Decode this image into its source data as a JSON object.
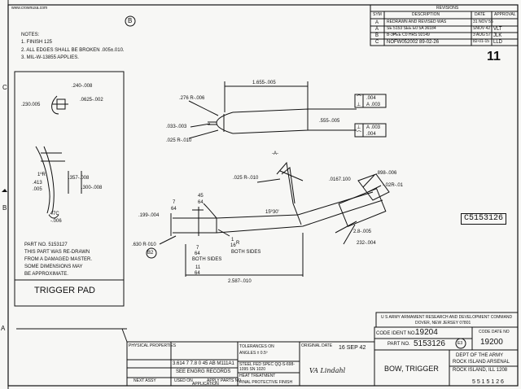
{
  "header": {
    "site_stamp": "www.crownusa.com",
    "sheet_letter": "B",
    "page_number": "11"
  },
  "revisions": {
    "title": "REVISIONS",
    "columns": [
      "SYM",
      "DESCRIPTION",
      "DATE",
      "APPROVAL"
    ],
    "rows": [
      {
        "sym": "A",
        "desc": "REDRAWN AND REVISED WAS",
        "date": "31 NOV 55",
        "appr": ""
      },
      {
        "sym": "A",
        "desc": "SE 5153 SEE E0 5A 36184",
        "date": "SNOV 42",
        "appr": "VLT"
      },
      {
        "sym": "B",
        "desc": "B-3₱EE C0 HRS 92149",
        "date": "3 AUG 57",
        "appr": "JLK"
      },
      {
        "sym": "C",
        "desc": "NOFW052002  89-02-26",
        "date": "82-01-15",
        "appr": "LLD"
      }
    ]
  },
  "notes": {
    "heading": "NOTES:",
    "items": [
      "1. FINISH 125",
      "2. ALL EDGES SHALL BE BROKEN .005±.010.",
      "3. MIL-W-13855 APPLIES."
    ]
  },
  "border_letters": [
    "C",
    "B",
    "A"
  ],
  "detail": {
    "dims": [
      ".240-.008",
      ".0625-.002",
      ".230.005",
      "1ºR",
      ".357-.008",
      ".413",
      ".005",
      ".300-.008",
      ".47C",
      "-.006"
    ],
    "part_no_line": "PART NO. 5153127",
    "note_lines": [
      "THIS PART WAS RE-DRAWN",
      "FROM A DAMAGED MASTER.",
      "SOME DIMENSIONS MAY",
      "BE APPROXIMATE."
    ],
    "title": "TRIGGER PAD"
  },
  "drawing": {
    "dims": {
      "d1": "1.655-.005",
      "d2": ".276 R-.006",
      "d3": ".033-.003",
      "d4": ".025 R-.010",
      "d5": ".555-.005",
      "d6": "-A-",
      "d7": ".025 R-.010",
      "d8": ".0167.100",
      "d9": ".898-.006",
      "d10": "-.02R-.01",
      "d11": "15º30'",
      "d12": ".199-.004",
      "d13": "45",
      "d14": "64",
      "d15": "7",
      "d16": "64",
      "d17": "1",
      "d18": "16",
      "d19": "R",
      "d20": "BOTH SIDES",
      "d21": "7",
      "d22": "64",
      "d23": "BOTH SIDES",
      "d24": "11",
      "d25": "64",
      "d26": ".630 R·010",
      "d27": "B2",
      "d28": "2.587-.010",
      "d29": "2.8-.005",
      "d30": "232-.004"
    },
    "tolerances": [
      {
        "sym": "⌒",
        "value": ".004"
      },
      {
        "sym": "⊥",
        "value": "A .003"
      },
      {
        "sym": "⊥",
        "value": "A .003"
      },
      {
        "sym": "⌒",
        "value": ".004"
      }
    ],
    "part_callout": "C5153126"
  },
  "title_block": {
    "agency_lines": [
      "U S ARMY ARMAMENT RESEARCH AND DEVELOPMENT COMMAND",
      "DOVER, NEW JERSEY 07801"
    ],
    "code_ident_label": "CODE IDENT NO.",
    "code_ident": "19204",
    "part_no_label": "PART NO.",
    "part_no": "5153126",
    "part_circle": "E3",
    "code_date_label": "CODE DATE NO",
    "code_date": "19200",
    "title": "BOW, TRIGGER",
    "dept_lines": [
      "DEPT OF THE ARMY",
      "ROCK ISLAND ARSENAL",
      "ROCK ISLAND, ILL 1208"
    ],
    "bottom_partial": "5 5 1 5 1 2 6",
    "date_label": "ORIGINAL DATE",
    "date_value": "16 SEP 42",
    "tolerance_label": "TOLERANCES ON",
    "angles": "ANGLES ± 0.5º",
    "record_no": "3.614 7 7.8 0   45 AB M111A1",
    "see_record": "SEE   ENGRG   RECORDS",
    "physical_label": "PHYSICAL PROPERTIES",
    "material": "STEEL  FED SPEC QQ-S-698-",
    "material2": "1095 SN 1020",
    "next_assy": "NEXT ASSY",
    "used_on": "USED ON",
    "application": "APPLICATION",
    "apply_parts": "APPLY PARTS NO.",
    "final": "FINAL PROTECTIVE FINISH",
    "heat": "HEAT TREATMENT",
    "signature": "VA Lindahl"
  }
}
